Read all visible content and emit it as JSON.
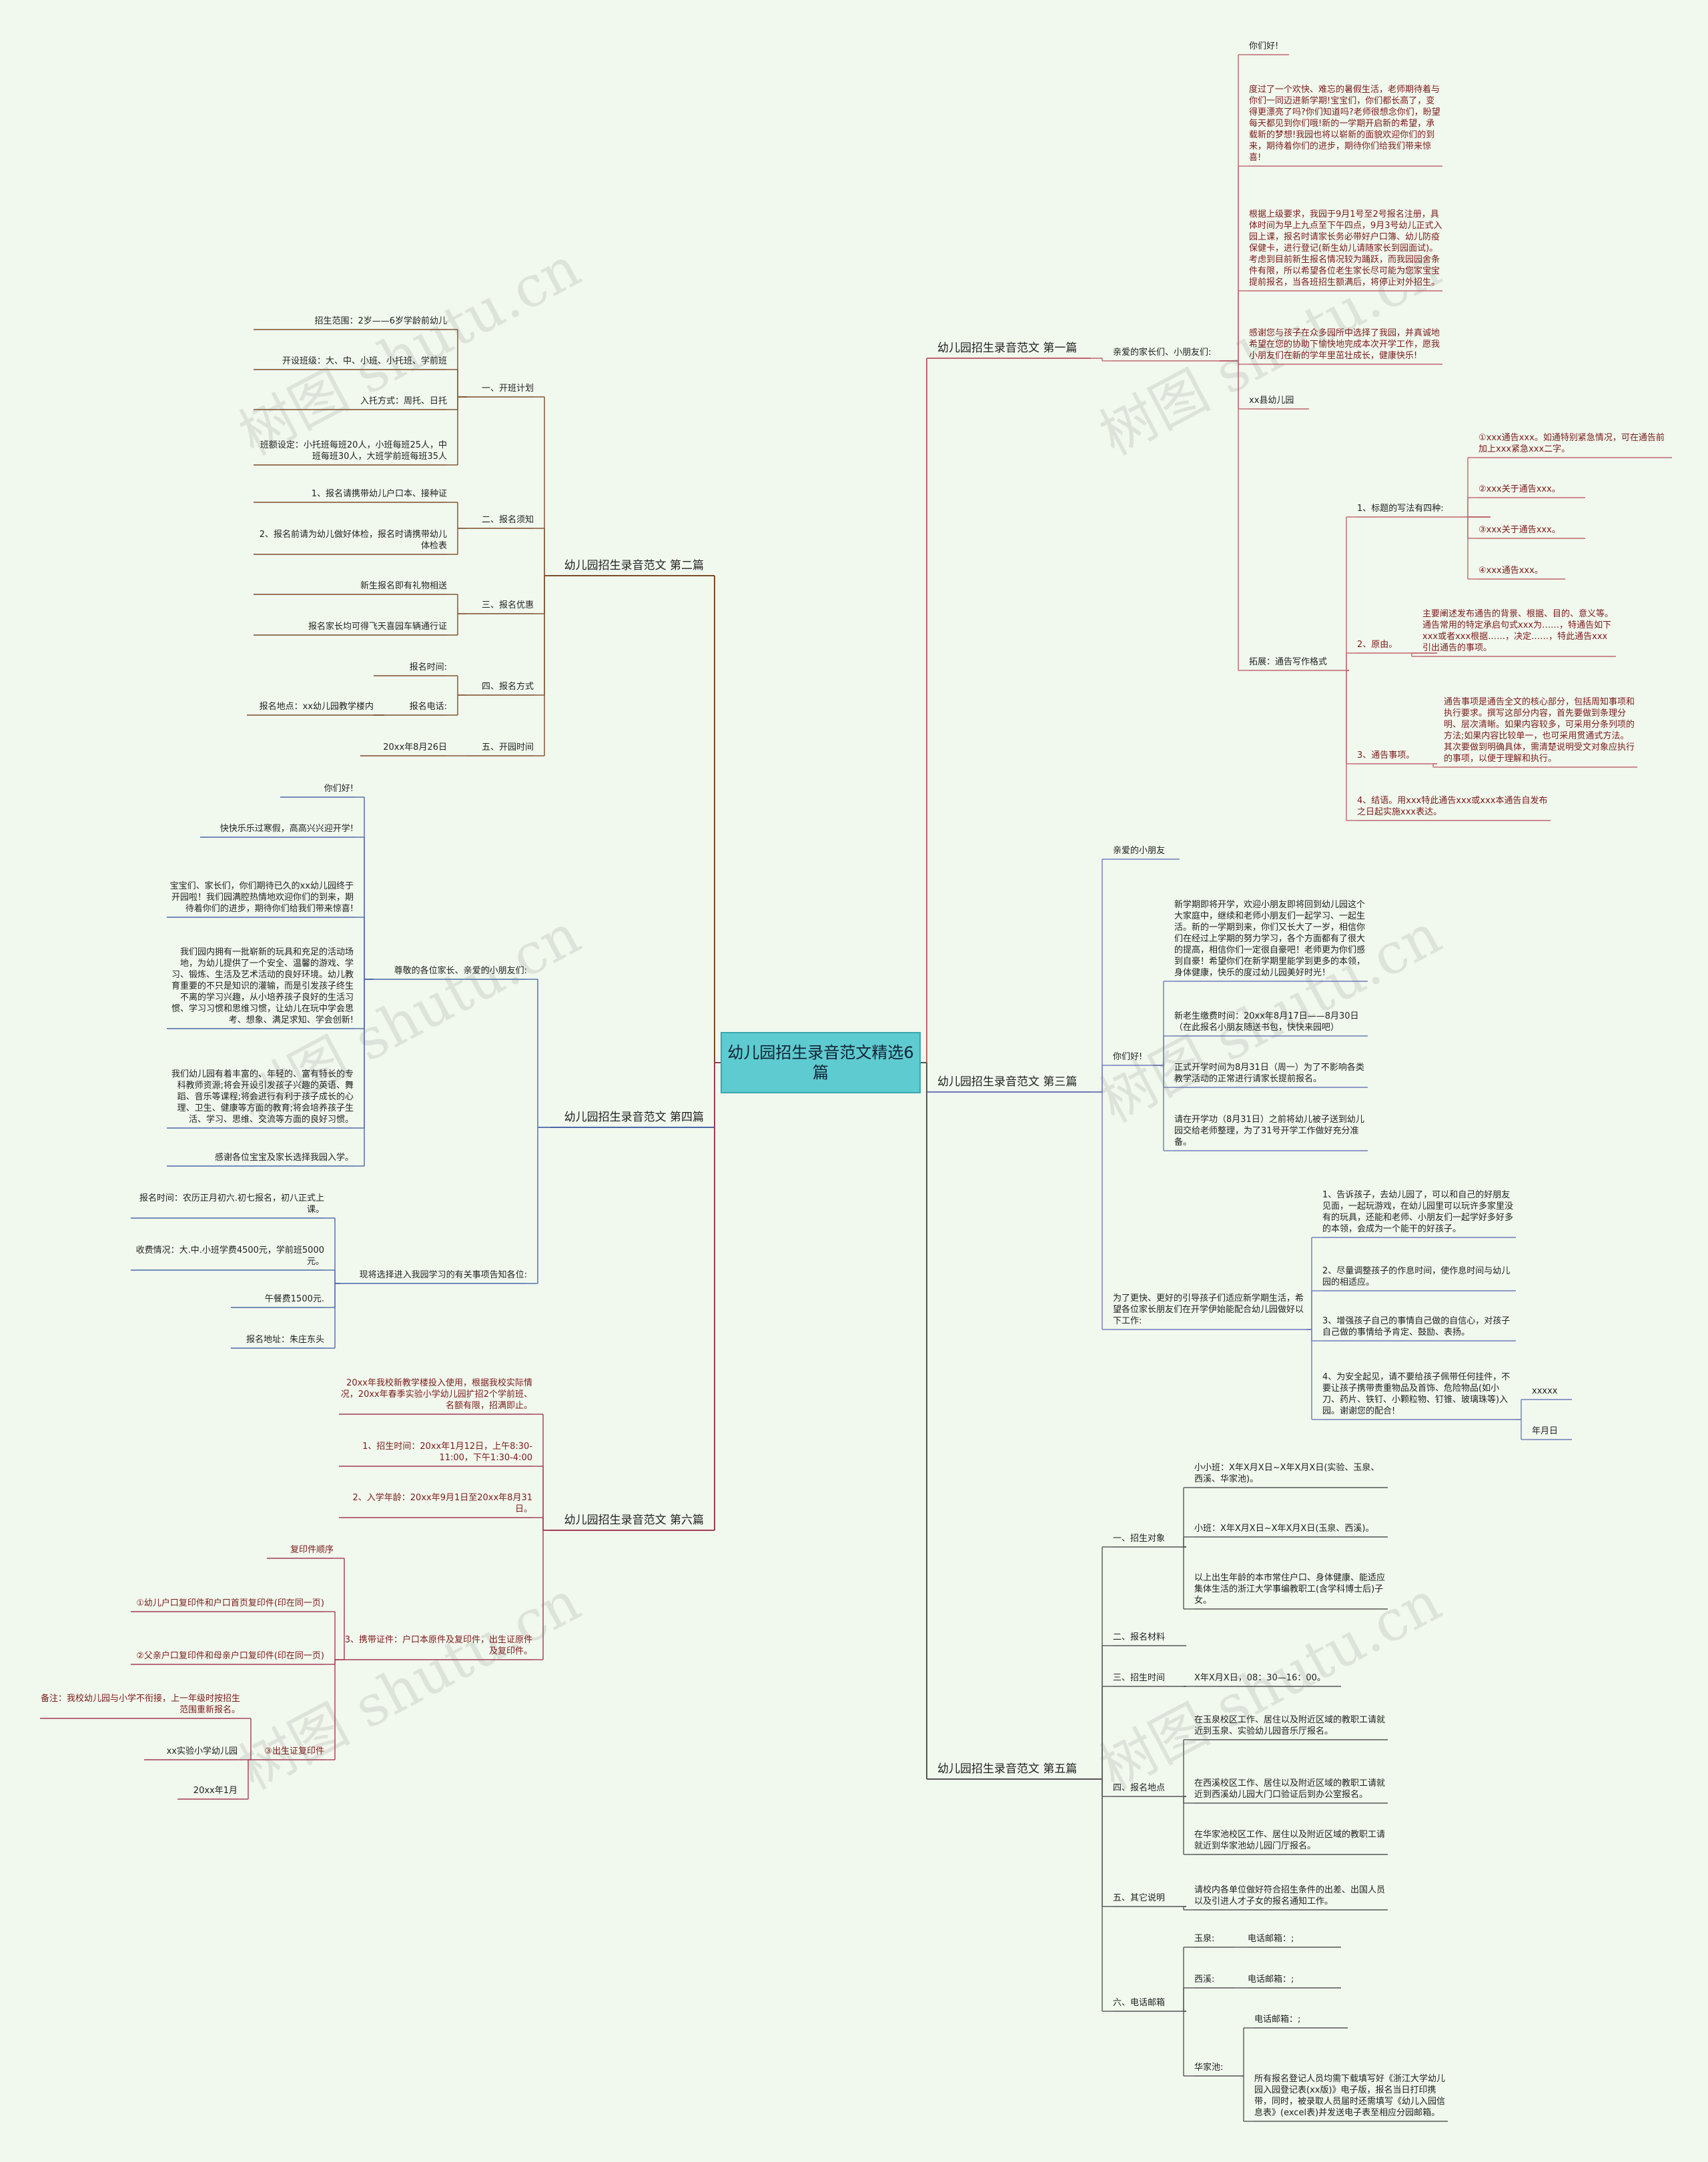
{
  "root": "幼儿园招生录音范文精选6篇",
  "watermark": "树图 shutu.cn",
  "b1": {
    "title": "幼儿园招生录音范文 第一篇",
    "greeting": "亲爱的家长们、小朋友们:",
    "t1": "你们好!",
    "t2": "度过了一个欢快、难忘的暑假生活，老师期待着与你们一同迈进新学期!宝宝们，你们都长高了，变得更漂亮了吗?你们知道吗?老师很想念你们，盼望每天都见到你们哦!新的一学期开启新的希望，承载新的梦想!我园也将以崭新的面貌欢迎你们的到来，期待着你们的进步，期待你们给我们带来惊喜!",
    "t3": "根据上级要求，我园于9月1号至2号报名注册，具体时间为早上九点至下午四点，9月3号幼儿正式入园上课，报名时请家长务必带好户口簿、幼儿防疫保健卡，进行登记(新生幼儿请随家长到园面试)。考虑到目前新生报名情况较为踊跃，而我园园舍条件有限，所以希望各位老生家长尽可能为您家宝宝提前报名，当各班招生额满后，将停止对外招生。",
    "t4": "感谢您与孩子在众多园所中选择了我园，并真诚地希望在您的协助下愉快地完成本次开学工作，愿我小朋友们在新的学年里茁壮成长，健康快乐!",
    "t5": "xx县幼儿园",
    "ext": "拓展：通告写作格式",
    "e1": "1、标题的写法有四种:",
    "e1a": "①xxx通告xxx。如通特别紧急情况，可在通告前加上xxx紧急xxx二字。",
    "e1b": "②xxx关于通告xxx。",
    "e1c": "③xxx关于通告xxx。",
    "e1d": "④xxx通告xxx。",
    "e2": "2、原由。",
    "e2a": "主要阐述发布通告的背景、根据、目的、意义等。通告常用的特定承启句式xxx为……，特通告如下xxx或者xxx根据……，决定……，特此通告xxx引出通告的事项。",
    "e3": "3、通告事项。",
    "e3a": "通告事项是通告全文的核心部分，包括周知事项和执行要求。撰写这部分内容，首先要做到条理分明、层次清晰。如果内容较多，可采用分条列项的方法;如果内容比较单一，也可采用贯通式方法。其次要做到明确具体，需清楚说明受文对象应执行的事项，以便于理解和执行。",
    "e4": "4、结语。用xxx特此通告xxx或xxx本通告自发布之日起实施xxx表达。"
  },
  "b2": {
    "title": "幼儿园招生录音范文 第二篇",
    "s1": "一、开班计划",
    "s1a": "招生范围：2岁——6岁学龄前幼儿",
    "s1b": "开设班级：大、中、小班、小托班、学前班",
    "s1c": "入托方式：周托、日托",
    "s1d": "班额设定：小托班每班20人，小班每班25人，中班每班30人，大班学前班每班35人",
    "s2": "二、报名须知",
    "s2a": "1、报名请携带幼儿户口本、接种证",
    "s2b": "2、报名前请为幼儿做好体检，报名时请携带幼儿体检表",
    "s3": "三、报名优惠",
    "s3a": "新生报名即有礼物相送",
    "s3b": "报名家长均可得飞天喜园车辆通行证",
    "s4": "四、报名方式",
    "s4a": "报名时间:",
    "s4b": "报名电话:",
    "s4c": "报名地点：xx幼儿园教学楼内",
    "s5": "五、开园时间",
    "s5a": "20xx年8月26日"
  },
  "b3": {
    "title": "幼儿园招生录音范文 第三篇",
    "a": "亲爱的小朋友",
    "b": "你们好!",
    "b1": "新学期即将开学，欢迎小朋友即将回到幼儿园这个大家庭中，继续和老师小朋友们一起学习、一起生活。新的一学期到来，你们又长大了一岁，相信你们在经过上学期的努力学习，各个方面都有了很大的提高，相信你们一定很自豪吧！老师更为你们感到自豪！希望你们在新学期里能学到更多的本领，身体健康，快乐的度过幼儿园美好时光！",
    "b2": "新老生缴费时间：20xx年8月17日——8月30日（在此报名小朋友随送书包，快快来园吧）",
    "b3": "正式开学时间为8月31日（周一）为了不影响各类教学活动的正常进行请家长提前报名。",
    "b4": "请在开学功（8月31日）之前将幼儿被子送到幼儿园交给老师整理，为了31号开学工作做好充分准备。",
    "c": "为了更快、更好的引导孩子们适应新学期生活，希望各位家长朋友们在开学伊始能配合幼儿园做好以下工作:",
    "c1": "1、告诉孩子，去幼儿园了，可以和自己的好朋友见面，一起玩游戏，在幼儿园里可以玩许多家里没有的玩具，还能和老师、小朋友们一起学好多好多的本领，会成为一个能干的好孩子。",
    "c2": "2、尽量调整孩子的作息时间，使作息时间与幼儿园的相适应。",
    "c3": "3、增强孩子自己的事情自己做的自信心，对孩子自己做的事情给予肯定、鼓励、表扬。",
    "c4": "4、为安全起见，请不要给孩子佩带任何挂件，不要让孩子携带贵重物品及首饰、危险物品(如小刀、药片、铁钉、小颗粒物、钉锥、玻璃珠等)入园。谢谢您的配合!",
    "c4a": "xxxxx",
    "c4b": "年月日"
  },
  "b4": {
    "title": "幼儿园招生录音范文 第四篇",
    "a": "尊敬的各位家长、亲爱的小朋友们:",
    "a1": "你们好!",
    "a2": "快快乐乐过寒假，高高兴兴迎开学!",
    "a3": "宝宝们、家长们，你们期待已久的xx幼儿园终于开园啦！我们园满腔热情地欢迎你们的到来，期待着你们的进步，期待你们给我们带来惊喜!",
    "a4": "我们园内拥有一批崭新的玩具和充足的活动场地，为幼儿提供了一个安全、温馨的游戏、学习、锻炼、生活及艺术活动的良好环境。幼儿教育重要的不只是知识的灌输，而是引发孩子终生不离的学习兴趣，从小培养孩子良好的生活习惯、学习习惯和思维习惯，让幼儿在玩中学会思考、想象、满足求知、学会创新!",
    "a5": "我们幼儿园有着丰富的、年轻的、富有特长的专科教师资源;将会开设引发孩子兴趣的英语、舞蹈、音乐等课程;将会进行有利于孩子成长的心理、卫生、健康等方面的教育;将会培养孩子生活、学习、思维、交流等方面的良好习惯。",
    "a6": "感谢各位宝宝及家长选择我园入学。",
    "b": "现将选择进入我园学习的有关事项告知各位:",
    "b1": "报名时间：农历正月初六.初七报名，初八正式上课。",
    "b2": "收费情况：大.中.小班学费4500元，学前班5000元。",
    "b3": "午餐费1500元.",
    "b4": "报名地址：朱庄东头"
  },
  "b5": {
    "title": "幼儿园招生录音范文 第五篇",
    "s1": "一、招生对象",
    "s1a": "小小班：X年X月X日~X年X月X日(实验、玉泉、西溪、华家池)。",
    "s1b": "小班：X年X月X日~X年X月X日(玉泉、西溪)。",
    "s1c": "以上出生年龄的本市常住户口、身体健康、能适应集体生活的浙江大学事编教职工(含学科博士后)子女。",
    "s2": "二、报名材料",
    "s3": "三、招生时间",
    "s3a": "X年X月X日，08：30—16：00。",
    "s4": "四、报名地点",
    "s4a": "在玉泉校区工作、居住以及附近区域的教职工请就近到玉泉、实验幼儿园音乐厅报名。",
    "s4b": "在西溪校区工作、居住以及附近区域的教职工请就近到西溪幼儿园大门口验证后到办公室报名。",
    "s4c": "在华家池校区工作、居住以及附近区域的教职工请就近到华家池幼儿园门厅报名。",
    "s5": "五、其它说明",
    "s5a": "请校内各单位做好符合招生条件的出差、出国人员以及引进人才子女的报名通知工作。",
    "s6": "六、电话邮箱",
    "s6a": "玉泉:",
    "s6a1": "电话邮箱：;",
    "s6b": "西溪:",
    "s6b1": "电话邮箱：;",
    "s6c": "华家池:",
    "s6c1": "电话邮箱：;",
    "s6c2": "所有报名登记人员均需下载填写好《浙江大学幼儿园入园登记表(xx版)》电子版，报名当日打印携带，同时，被录取人员届时还需填写《幼儿入园信息表》(excel表)并发送电子表至相应分园邮箱。"
  },
  "b6": {
    "title": "幼儿园招生录音范文 第六篇",
    "a": "20xx年我校新教学楼投入使用，根据我校实际情况，20xx年春季实验小学幼儿园扩招2个学前班、名额有限，招满即止。",
    "b": "1、招生时间：20xx年1月12日，上午8:30-11:00，下午1:30-4:00",
    "c": "2、入学年龄：20xx年9月1日至20xx年8月31日。",
    "d": "3、携带证件：户口本原件及复印件，出生证原件及复印件。",
    "d0": "复印件顺序",
    "d1": "①幼儿户口复印件和户口首页复印件(印在同一页)",
    "d2": "②父亲户口复印件和母亲户口复印件(印在同一页)",
    "d3": "③出生证复印件",
    "d3a": "备注：我校幼儿园与小学不衔接，上一年级时按招生范围重新报名。",
    "d3b": "xx实验小学幼儿园",
    "d3c": "20xx年1月"
  }
}
